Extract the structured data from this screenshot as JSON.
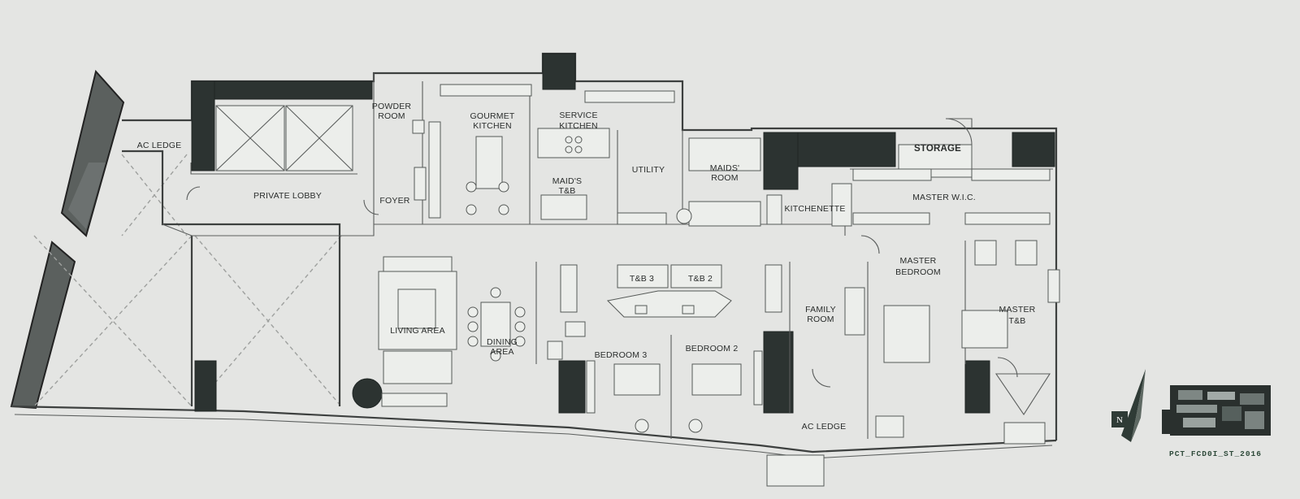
{
  "plan_title": "",
  "drawing_code": "PCT_FCD0I_ST_2016",
  "north_label": "N",
  "rooms": {
    "ac_ledge_left": "AC LEDGE",
    "powder_room_line1": "POWDER",
    "powder_room_line2": "ROOM",
    "gourmet_kitchen_line1": "GOURMET",
    "gourmet_kitchen_line2": "KITCHEN",
    "service_kitchen_line1": "SERVICE",
    "service_kitchen_line2": "KITCHEN",
    "maids_tb_line1": "MAID'S",
    "maids_tb_line2": "T&B",
    "utility": "UTILITY",
    "maids_room_line1": "MAIDS'",
    "maids_room_line2": "ROOM",
    "private_lobby": "PRIVATE LOBBY",
    "foyer": "FOYER",
    "kitchenette": "KITCHENETTE",
    "storage": "STORAGE",
    "master_wic": "MASTER W.I.C.",
    "living_area": "LIVING AREA",
    "dining_area_line1": "DINING",
    "dining_area_line2": "AREA",
    "tb3": "T&B 3",
    "tb2": "T&B 2",
    "family_room_line1": "FAMILY",
    "family_room_line2": "ROOM",
    "master_bedroom_line1": "MASTER",
    "master_bedroom_line2": "BEDROOM",
    "master_tb_line1": "MASTER",
    "master_tb_line2": "T&B",
    "bedroom3": "BEDROOM 3",
    "bedroom2": "BEDROOM 2",
    "ac_ledge_bottom": "AC LEDGE"
  },
  "colors": {
    "background": "#e4e5e3",
    "walls": "#3d403f",
    "solid_blocks": "#2c3331",
    "code_text": "#2e4a3a"
  }
}
